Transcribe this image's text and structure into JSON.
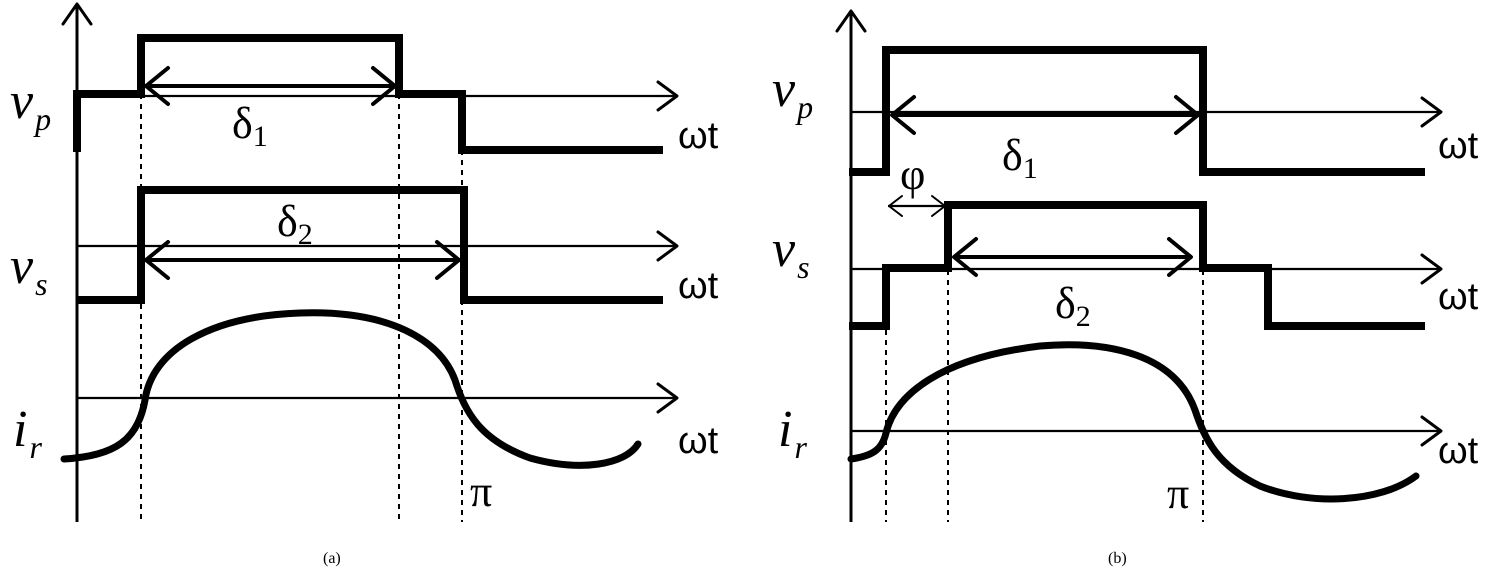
{
  "panel_a": {
    "caption": "(a)",
    "vp": {
      "letter": "v",
      "sub": "p"
    },
    "vs": {
      "letter": "v",
      "sub": "s"
    },
    "ir": {
      "letter": "i",
      "sub": "r"
    },
    "delta1": {
      "letter": "δ",
      "sub": "1"
    },
    "delta2": {
      "letter": "δ",
      "sub": "2"
    },
    "pi": "π",
    "axis_label": "ωt"
  },
  "panel_b": {
    "caption": "(b)",
    "vp": {
      "letter": "v",
      "sub": "p"
    },
    "vs": {
      "letter": "v",
      "sub": "s"
    },
    "ir": {
      "letter": "i",
      "sub": "r"
    },
    "delta1": {
      "letter": "δ",
      "sub": "1"
    },
    "delta2": {
      "letter": "δ",
      "sub": "2"
    },
    "phi": "φ",
    "pi": "π",
    "axis_label": "ωt"
  }
}
